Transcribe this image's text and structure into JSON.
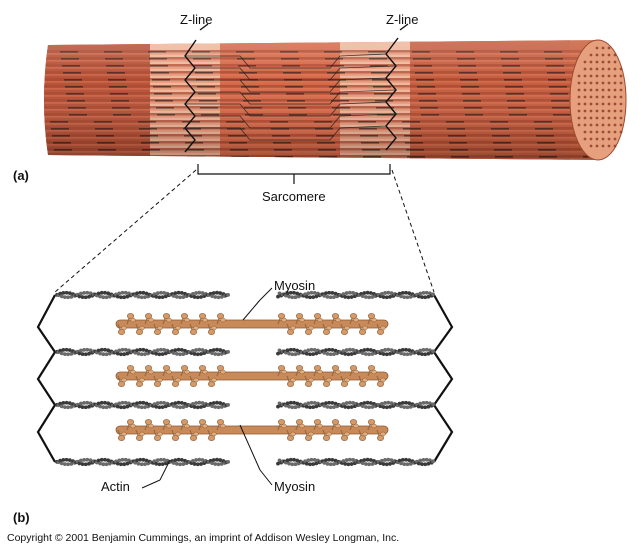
{
  "labels": {
    "z_line_left": "Z-line",
    "z_line_right": "Z-line",
    "sarcomere": "Sarcomere",
    "panel_a": "(a)",
    "panel_b": "(b)",
    "myosin_top": "Myosin",
    "myosin_bottom": "Myosin",
    "actin": "Actin"
  },
  "copyright": "Copyright © 2001 Benjamin Cummings, an imprint of Addison Wesley Longman, Inc.",
  "colors": {
    "fiber_dark": "#a9482f",
    "fiber_light": "#e27a5a",
    "fiber_pale": "#efb79c",
    "myosin": "#c98a5a",
    "actin": "#3a3a3a",
    "line": "#111111"
  }
}
